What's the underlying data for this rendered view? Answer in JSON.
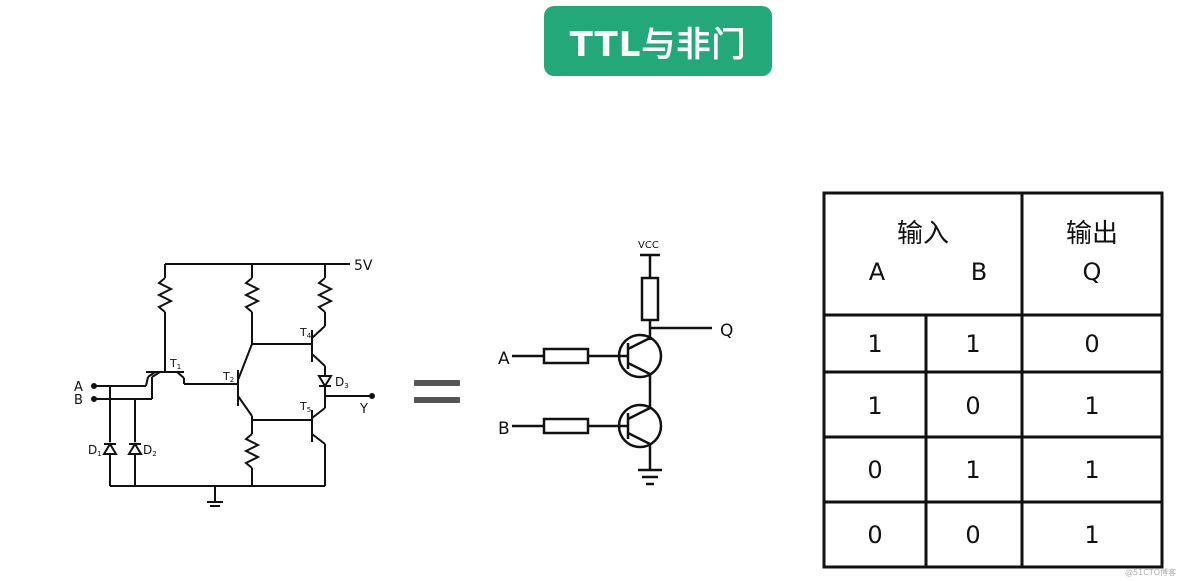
{
  "title": "TTL与非门",
  "circuit_left": {
    "supply": "5V",
    "input_a": "A",
    "input_b": "B",
    "output": "Y",
    "t1": "T",
    "t1_sub": "1",
    "t2": "T",
    "t2_sub": "2",
    "t4": "T",
    "t4_sub": "4",
    "t5": "T",
    "t5_sub": "5",
    "d1": "D",
    "d1_sub": "1",
    "d2": "D",
    "d2_sub": "2",
    "d3": "D",
    "d3_sub": "3"
  },
  "circuit_right": {
    "vcc": "VCC",
    "input_a": "A",
    "input_b": "B",
    "output": "Q"
  },
  "truth_table": {
    "header_inputs": "输入",
    "header_output": "输出",
    "col_a": "A",
    "col_b": "B",
    "col_q": "Q",
    "rows": [
      [
        "1",
        "1",
        "0"
      ],
      [
        "1",
        "0",
        "1"
      ],
      [
        "0",
        "1",
        "1"
      ],
      [
        "0",
        "0",
        "1"
      ]
    ]
  },
  "watermark": "@51CTO博客"
}
